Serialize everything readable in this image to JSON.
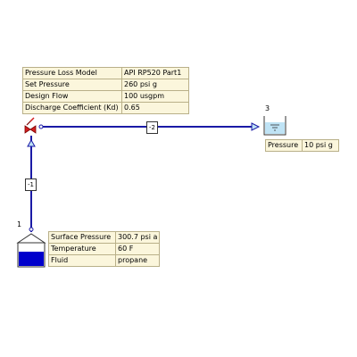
{
  "relief_valve": {
    "rows": [
      {
        "label": "Pressure Loss Model",
        "value": "API RP520 Part1"
      },
      {
        "label": "Set Pressure",
        "value": "260 psi g"
      },
      {
        "label": "Design Flow",
        "value": "100 usgpm"
      },
      {
        "label": "Discharge Coefficient (Kd)",
        "value": "0.65"
      }
    ]
  },
  "source_tank": {
    "node_number": "1",
    "rows": [
      {
        "label": "Surface Pressure",
        "value": "300.7 psi a"
      },
      {
        "label": "Temperature",
        "value": "60 F"
      },
      {
        "label": "Fluid",
        "value": "propane"
      }
    ]
  },
  "outlet_tank": {
    "node_number": "3",
    "rows": [
      {
        "label": "Pressure",
        "value": "10 psi g"
      }
    ]
  },
  "pipes": {
    "pipe_1": "-1",
    "pipe_2": "-2"
  },
  "colors": {
    "pipe": "#1a1aa6",
    "fluid": "#0000cc",
    "table_bg": "#fbf6dc",
    "table_border": "#b9b089",
    "valve": "#d42020",
    "tank_water": "#bfe3f5"
  }
}
